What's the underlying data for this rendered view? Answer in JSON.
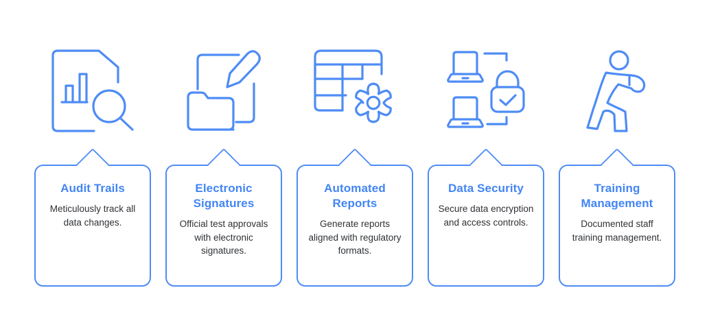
{
  "colors": {
    "accent": "#4e8cf5",
    "title": "#4285f4",
    "text": "#2e3135",
    "bg": "#ffffff"
  },
  "cards": [
    {
      "title": "Audit Trails",
      "description": "Meticulously track all data changes.",
      "icon": "document-chart-magnifier-icon"
    },
    {
      "title": "Electronic Signatures",
      "description": "Official test approvals with electronic signatures.",
      "icon": "folder-signature-pencil-icon"
    },
    {
      "title": "Automated Reports",
      "description": "Generate reports aligned with regulatory formats.",
      "icon": "table-gear-icon"
    },
    {
      "title": "Data Security",
      "description": "Secure data encryption and access controls.",
      "icon": "laptops-lock-icon"
    },
    {
      "title": "Training Management",
      "description": "Documented staff training management.",
      "icon": "person-training-icon"
    }
  ]
}
